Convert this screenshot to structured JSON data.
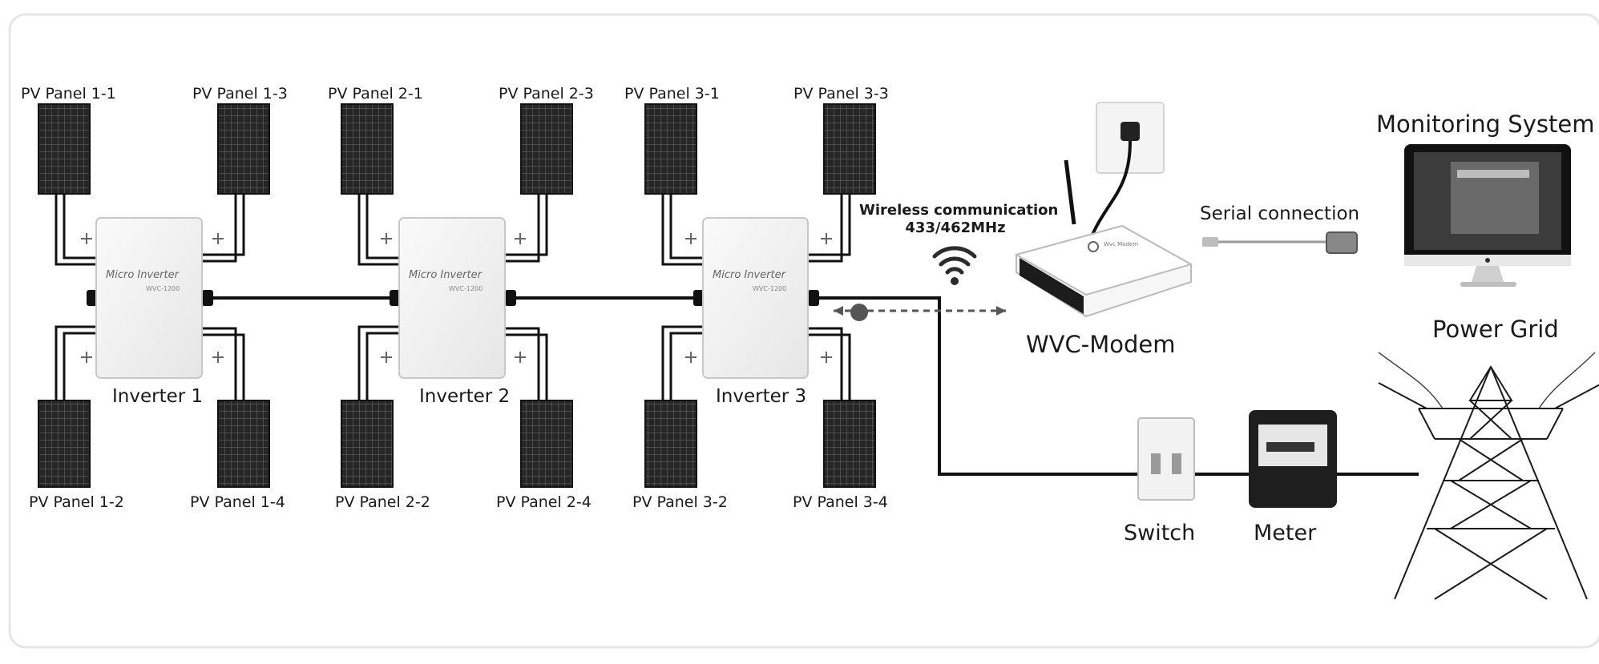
{
  "panels": [
    {
      "id": "p11",
      "label": "PV Panel 1-1"
    },
    {
      "id": "p13",
      "label": "PV Panel 1-3"
    },
    {
      "id": "p21",
      "label": "PV Panel 2-1"
    },
    {
      "id": "p23",
      "label": "PV Panel 2-3"
    },
    {
      "id": "p31",
      "label": "PV Panel 3-1"
    },
    {
      "id": "p33",
      "label": "PV Panel 3-3"
    },
    {
      "id": "p12",
      "label": "PV Panel 1-2"
    },
    {
      "id": "p14",
      "label": "PV Panel 1-4"
    },
    {
      "id": "p22",
      "label": "PV Panel 2-2"
    },
    {
      "id": "p24",
      "label": "PV Panel 2-4"
    },
    {
      "id": "p32",
      "label": "PV Panel 3-2"
    },
    {
      "id": "p34",
      "label": "PV Panel 3-4"
    }
  ],
  "inverters": [
    {
      "label": "Inverter 1",
      "device_text": "Micro Inverter",
      "model": "WVC-1200"
    },
    {
      "label": "Inverter 2",
      "device_text": "Micro Inverter",
      "model": "WVC-1200"
    },
    {
      "label": "Inverter 3",
      "device_text": "Micro Inverter",
      "model": "WVC-1200"
    }
  ],
  "wireless": {
    "line1": "Wireless communication",
    "line2": "433/462MHz"
  },
  "serial_label": "Serial connection",
  "modem": {
    "label": "WVC-Modem",
    "brand": "Wvc Modem"
  },
  "monitoring_label": "Monitoring System",
  "power_grid_label": "Power Grid",
  "switch_label": "Switch",
  "meter_label": "Meter",
  "colors": {
    "line": "#111111",
    "panel": "#2a2a2a",
    "panel_grid": "#6b6b6b",
    "device": "#f2f2f2",
    "device_border": "#c8c8c8",
    "dashed": "#555555"
  }
}
